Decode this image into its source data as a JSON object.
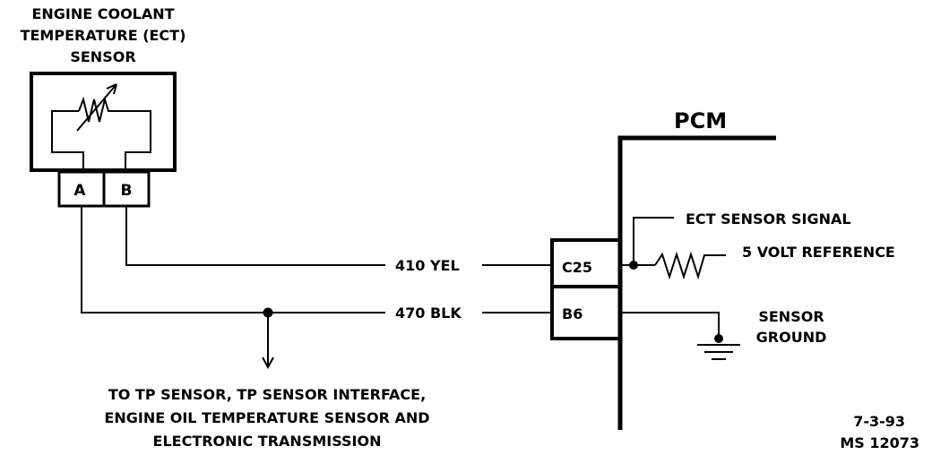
{
  "sensor": {
    "title_line1": "ENGINE COOLANT",
    "title_line2": "TEMPERATURE (ECT)",
    "title_line3": "SENSOR",
    "pin_a": "A",
    "pin_b": "B"
  },
  "pcm": {
    "label": "PCM",
    "pin_c25": "C25",
    "pin_b6": "B6",
    "signal_label": "ECT SENSOR SIGNAL",
    "reference_label": "5 VOLT REFERENCE",
    "ground_line1": "SENSOR",
    "ground_line2": "GROUND"
  },
  "wires": {
    "yel_label": "410 YEL",
    "blk_label": "470 BLK"
  },
  "note": {
    "line1": "TO TP SENSOR, TP SENSOR INTERFACE,",
    "line2": "ENGINE OIL TEMPERATURE SENSOR AND",
    "line3": "ELECTRONIC TRANSMISSION"
  },
  "footer": {
    "date": "7-3-93",
    "ref": "MS 12073"
  }
}
